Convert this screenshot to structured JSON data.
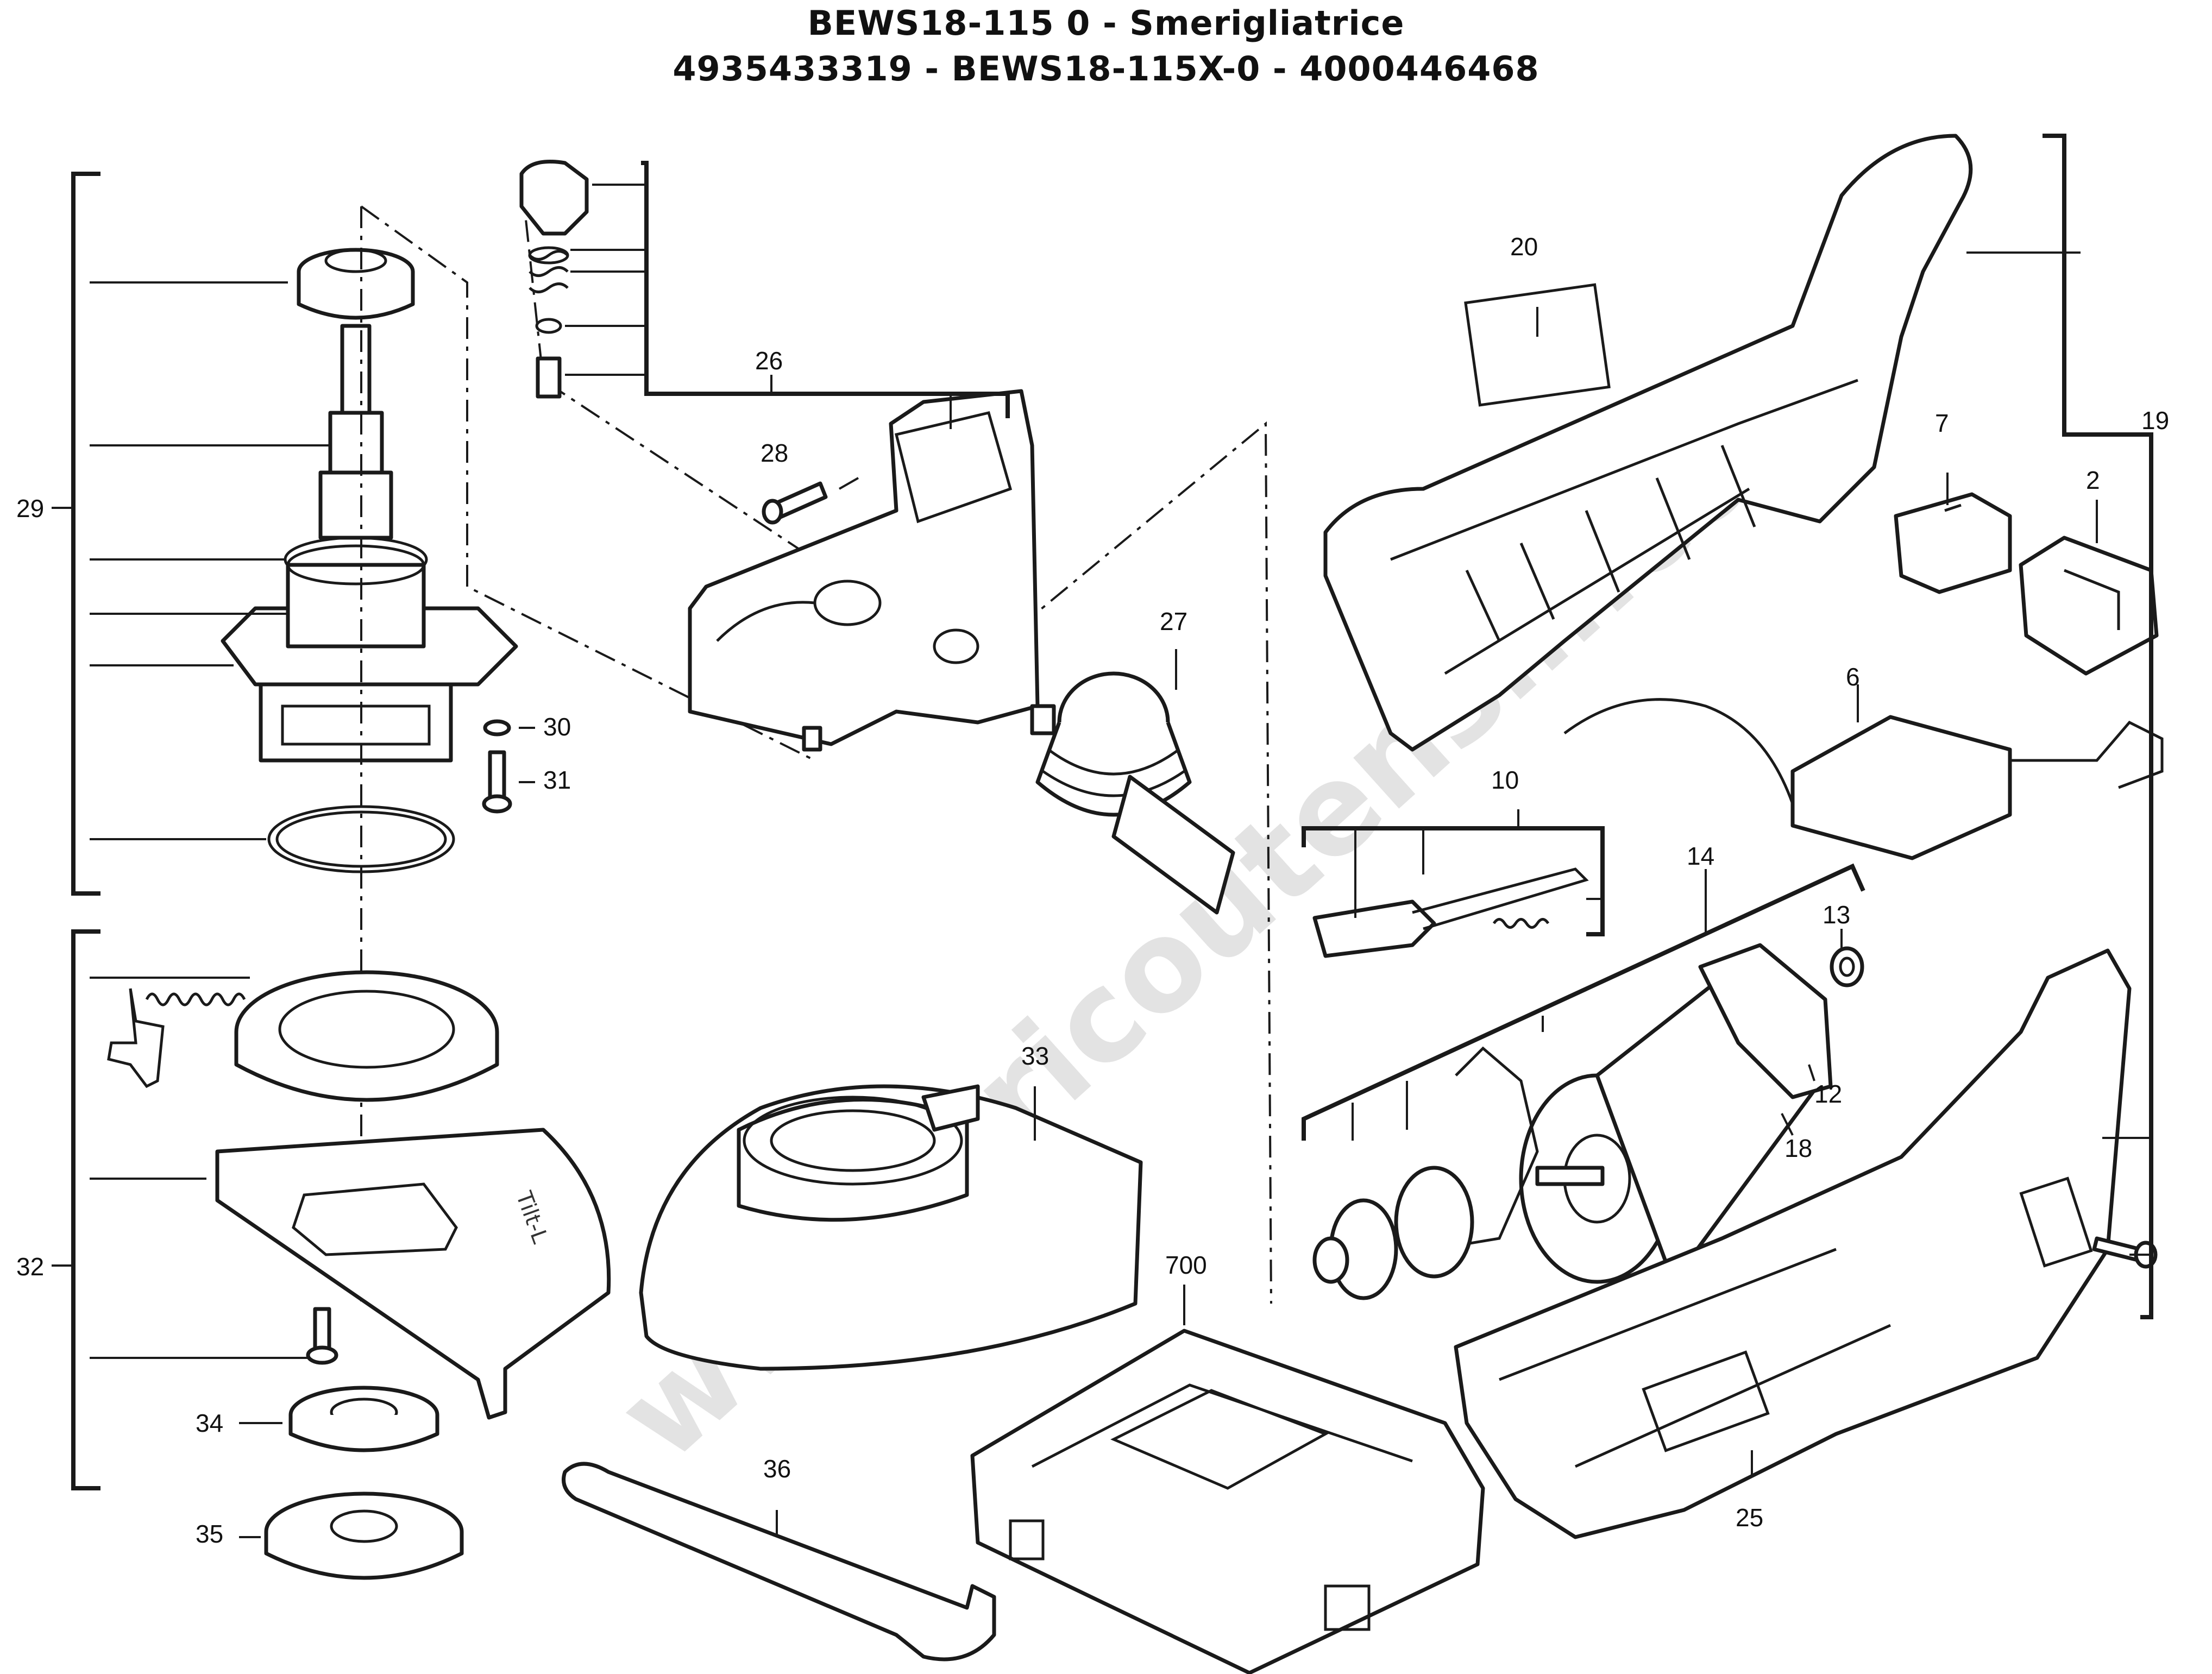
{
  "header": {
    "line1": "BEWS18-115 0 - Smerigliatrice",
    "line2": "4935433319 - BEWS18-115X-0 - 4000446468"
  },
  "watermark": "www.bricoutensili.com",
  "callouts": {
    "c2": "2",
    "c6": "6",
    "c7": "7",
    "c10": "10",
    "c12": "12",
    "c13": "13",
    "c14": "14",
    "c18": "18",
    "c19": "19",
    "c20": "20",
    "c25": "25",
    "c26": "26",
    "c27": "27",
    "c28": "28",
    "c29": "29",
    "c30": "30",
    "c31": "31",
    "c32": "32",
    "c33": "33",
    "c34": "34",
    "c35": "35",
    "c36": "36",
    "c700": "700"
  }
}
